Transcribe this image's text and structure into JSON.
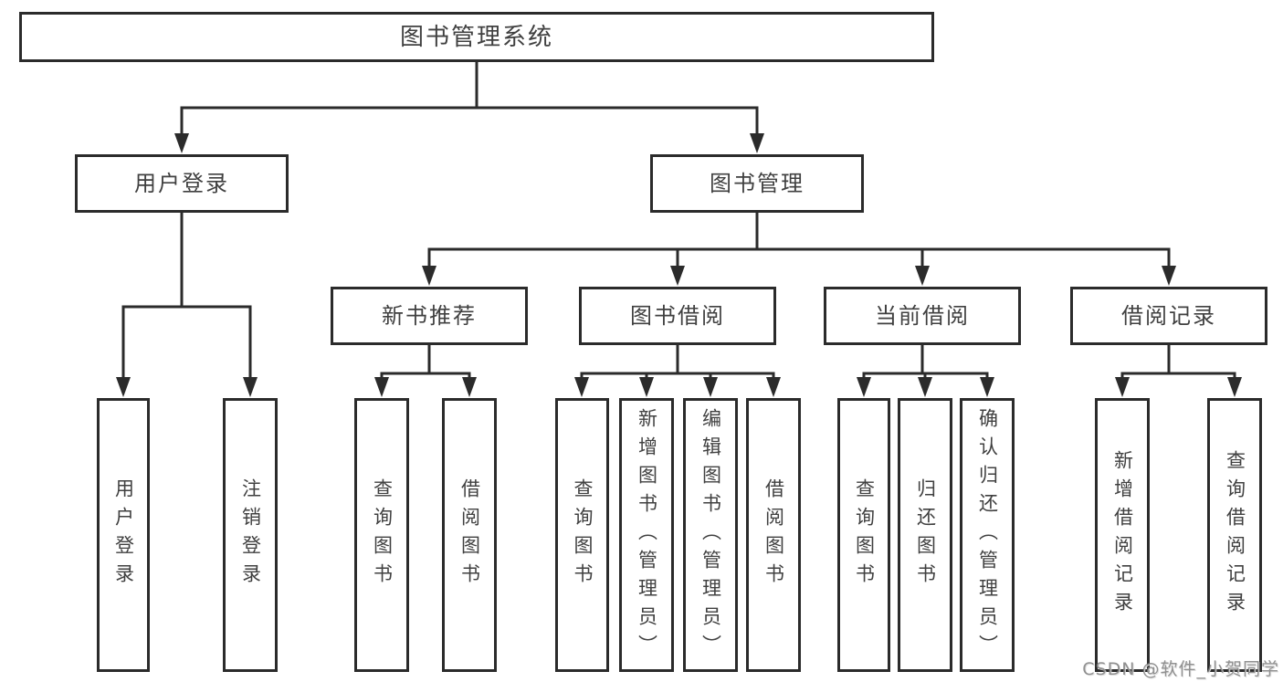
{
  "tree": {
    "label": "图书管理系统",
    "children": [
      {
        "label": "用户登录",
        "children": [
          {
            "label": "用户登录"
          },
          {
            "label": "注销登录"
          }
        ]
      },
      {
        "label": "图书管理",
        "children": [
          {
            "label": "新书推荐",
            "children": [
              {
                "label": "查询图书"
              },
              {
                "label": "借阅图书"
              }
            ]
          },
          {
            "label": "图书借阅",
            "children": [
              {
                "label": "查询图书"
              },
              {
                "label": "新增图书（管理员）"
              },
              {
                "label": "编辑图书（管理员）"
              },
              {
                "label": "借阅图书"
              }
            ]
          },
          {
            "label": "当前借阅",
            "children": [
              {
                "label": "查询图书"
              },
              {
                "label": "归还图书"
              },
              {
                "label": "确认归还（管理员）"
              }
            ]
          },
          {
            "label": "借阅记录",
            "children": [
              {
                "label": "新增借阅记录"
              },
              {
                "label": "查询借阅记录"
              }
            ]
          }
        ]
      }
    ]
  },
  "watermark": {
    "text": "CSDN @软件_小贺同学"
  },
  "colors": {
    "background": "#ffffff",
    "box_border": "#2b2b2b",
    "connector": "#2b2b2b",
    "text": "#404040",
    "watermark_text": "#808080"
  }
}
